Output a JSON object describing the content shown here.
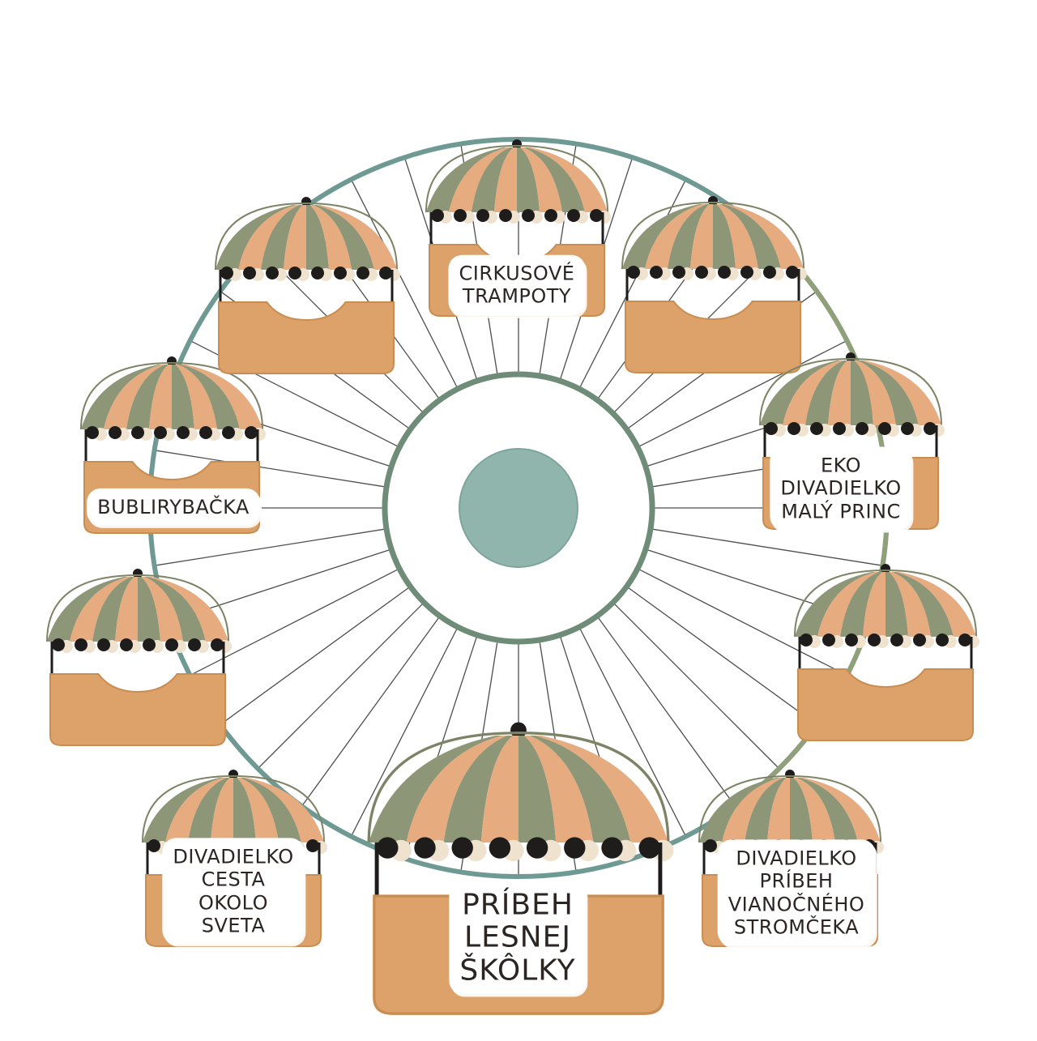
{
  "colors": {
    "rim": "#6f9a93",
    "rim_lower": "#8fa07a",
    "hub": "#8fb5ad",
    "inner_ring": "#6f8c78",
    "spoke": "#2e2e2e",
    "cabin_body": "#dca26a",
    "cabin_body_dark": "#c98d52",
    "stripe_green": "#8e9678",
    "stripe_peach": "#e7ab80",
    "fringe": "#1f1c1c",
    "fringe_cream": "#efe3cf"
  },
  "icons": [
    "ferris-wheel",
    "gondola-cabin",
    "striped-canopy"
  ],
  "cabins": [
    {
      "id": "cirkusove-trampoty",
      "lines": [
        "CIRKUSOVÉ",
        "TRAMPOTY"
      ]
    },
    {
      "id": "top-right-empty",
      "lines": []
    },
    {
      "id": "eko-divadielko",
      "lines": [
        "EKO",
        "DIVADIELKO",
        "MALÝ PRINC"
      ]
    },
    {
      "id": "right-empty",
      "lines": []
    },
    {
      "id": "divadielko-pribeh-vianocneho",
      "lines": [
        "DIVADIELKO",
        "PRÍBEH",
        "VIANOČNÉHO",
        "STROMČEKA"
      ]
    },
    {
      "id": "pribeh-lesnej-skolky",
      "lines": [
        "PRÍBEH",
        "LESNEJ",
        "ŠKÔLKY"
      ]
    },
    {
      "id": "divadielko-cesta",
      "lines": [
        "DIVADIELKO",
        "CESTA",
        "OKOLO",
        "SVETA"
      ]
    },
    {
      "id": "left-empty",
      "lines": []
    },
    {
      "id": "bublirybacka",
      "lines": [
        "BUBLIRYBAČKA"
      ]
    },
    {
      "id": "top-left-empty",
      "lines": []
    }
  ]
}
